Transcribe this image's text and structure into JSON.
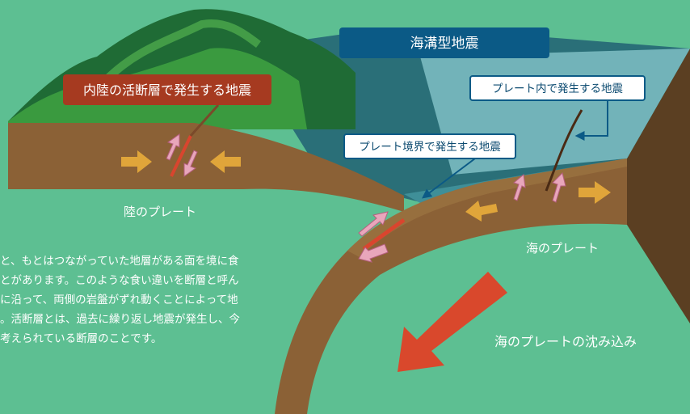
{
  "colors": {
    "background": "#5dbf92",
    "land_green_dark": "#1f6b35",
    "land_green": "#3a9a3f",
    "earth_brown": "#8b6136",
    "ocean_dark": "#2a6f78",
    "ocean_light": "#9ccfd3",
    "title_box": "#0b5a86",
    "red_box": "#a63a20",
    "arrow_orange": "#e0a53a",
    "arrow_pink": "#d98fa6",
    "fault_red": "#d9452e",
    "subduction_arrow": "#d9482c"
  },
  "titles": {
    "trench_earthquake": "海溝型地震",
    "inland_fault_earthquake": "内陸の活断層で発生する地震"
  },
  "callouts": {
    "intraplate": "プレート内で発生する地震",
    "plate_boundary": "プレート境界で発生する地震"
  },
  "labels": {
    "land_plate": "陸のプレート",
    "ocean_plate": "海のプレート",
    "subduction": "海のプレートの沈み込み"
  },
  "paragraph": [
    "と、もとはつながっていた地層がある面を境に食",
    "とがあります。このような食い違いを断層と呼ん",
    "に沿って、両側の岩盤がずれ動くことによって地",
    "。活断層とは、過去に繰り返し地震が発生し、今",
    "考えられている断層のことです。"
  ],
  "icons": [
    "compression-arrow-icon",
    "slip-arrow-icon",
    "subduction-arrow-icon",
    "callout-pointer-icon"
  ]
}
